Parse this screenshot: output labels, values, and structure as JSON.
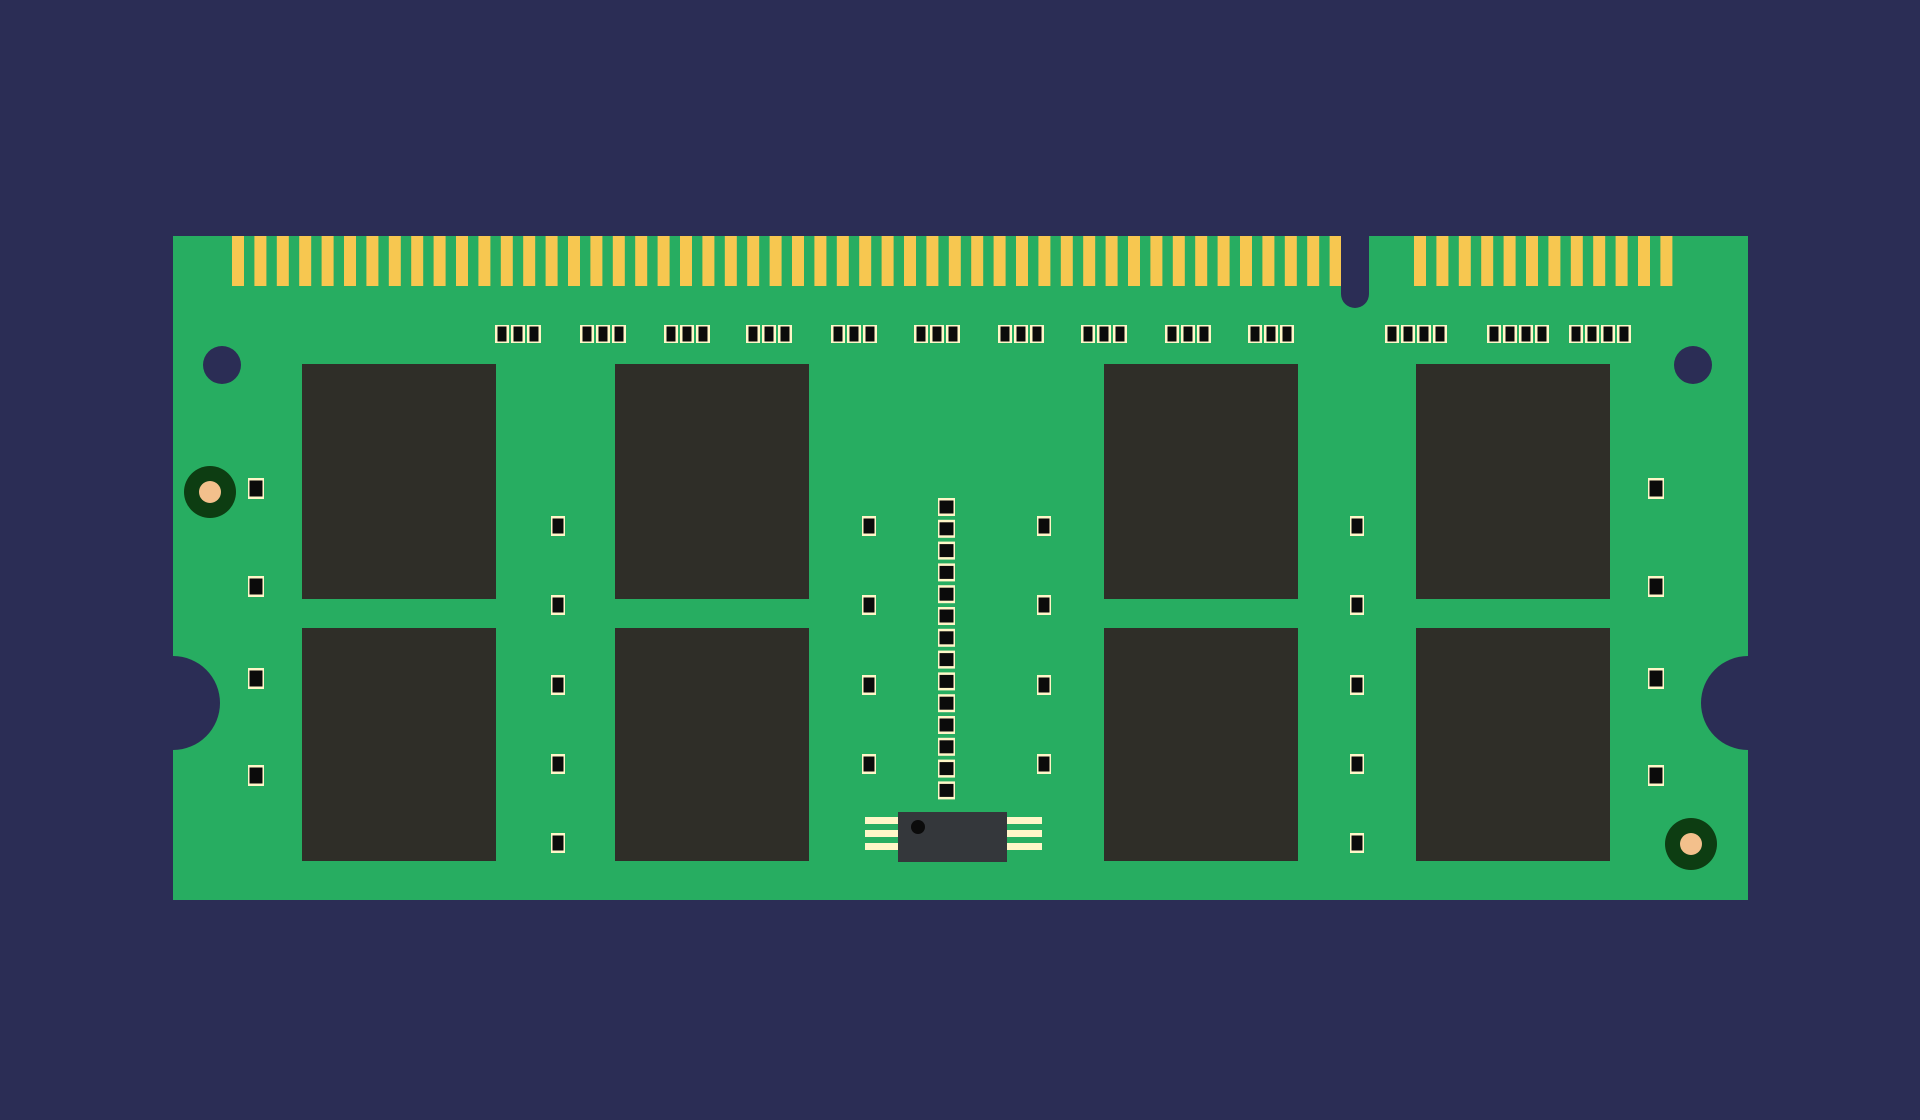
{
  "scene": {
    "subject": "so-dimm-memory-module",
    "colors": {
      "background": "#2b2d55",
      "pcb": "#27ad61",
      "gold_contacts": "#f7c750",
      "memory_chip": "#2f2e28",
      "controller_chip": "#34373b",
      "smd_component_body": "#0b0b0b",
      "smd_component_terminal": "#fff6c8",
      "pad_ring": "#0d3d12",
      "pad_center": "#f3c08c"
    },
    "module": {
      "memory_chip_count": 8,
      "left_contact_count": 50,
      "right_contact_count": 12,
      "key_notch": true,
      "side_notches": 2,
      "mounting_holes": 2,
      "ground_pads": 2
    }
  }
}
